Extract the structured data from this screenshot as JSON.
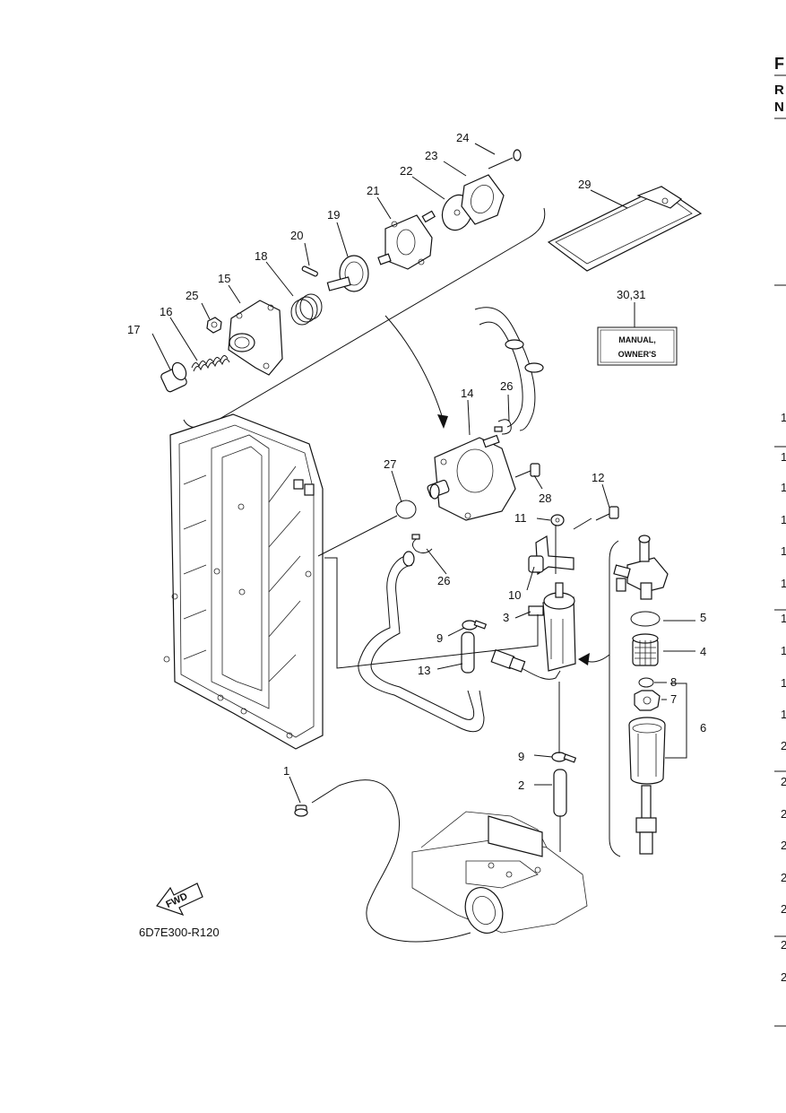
{
  "diagram_code": "6D7E300-R120",
  "fwd_label": "FWD",
  "manual_label": {
    "line1": "MANUAL,",
    "line2": "OWNER'S"
  },
  "edge_text": {
    "header": [
      "F",
      "R",
      "N"
    ],
    "right_column": [
      "1",
      "1",
      "1",
      "1",
      "1",
      "1",
      "1",
      "1",
      "1",
      "1",
      "2",
      "2",
      "2",
      "2",
      "2",
      "2",
      "2",
      "2"
    ]
  },
  "callouts": [
    {
      "id": "c1",
      "text": "1"
    },
    {
      "id": "c2",
      "text": "2"
    },
    {
      "id": "c3",
      "text": "3"
    },
    {
      "id": "c4",
      "text": "4"
    },
    {
      "id": "c5",
      "text": "5"
    },
    {
      "id": "c6",
      "text": "6"
    },
    {
      "id": "c7",
      "text": "7"
    },
    {
      "id": "c8",
      "text": "8"
    },
    {
      "id": "c9a",
      "text": "9"
    },
    {
      "id": "c9b",
      "text": "9"
    },
    {
      "id": "c10",
      "text": "10"
    },
    {
      "id": "c11",
      "text": "11"
    },
    {
      "id": "c12",
      "text": "12"
    },
    {
      "id": "c13",
      "text": "13"
    },
    {
      "id": "c14",
      "text": "14"
    },
    {
      "id": "c15",
      "text": "15"
    },
    {
      "id": "c16",
      "text": "16"
    },
    {
      "id": "c17",
      "text": "17"
    },
    {
      "id": "c18",
      "text": "18"
    },
    {
      "id": "c19",
      "text": "19"
    },
    {
      "id": "c20",
      "text": "20"
    },
    {
      "id": "c21",
      "text": "21"
    },
    {
      "id": "c22",
      "text": "22"
    },
    {
      "id": "c23",
      "text": "23"
    },
    {
      "id": "c24",
      "text": "24"
    },
    {
      "id": "c25",
      "text": "25"
    },
    {
      "id": "c26a",
      "text": "26"
    },
    {
      "id": "c26b",
      "text": "26"
    },
    {
      "id": "c27",
      "text": "27"
    },
    {
      "id": "c28",
      "text": "28"
    },
    {
      "id": "c29",
      "text": "29"
    },
    {
      "id": "c3031",
      "text": "30,31"
    }
  ]
}
